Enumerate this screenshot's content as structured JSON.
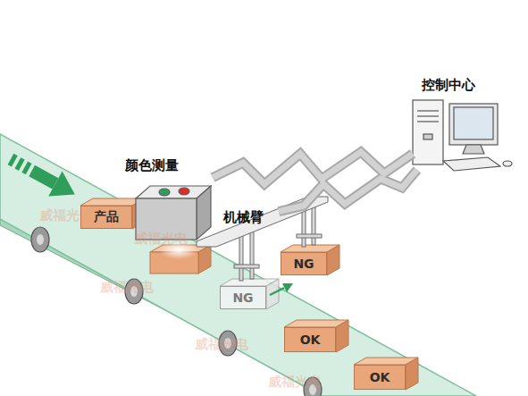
{
  "diagram": {
    "nodes": [
      {
        "text": [
          "控制中心"
        ]
      },
      {
        "text": [
          "颜色测量"
        ]
      },
      {
        "text": [
          "产品"
        ]
      },
      {
        "text": [
          "机械臂"
        ]
      },
      {
        "text": [
          "NG"
        ]
      },
      {
        "text": [
          "NG"
        ]
      },
      {
        "text": [
          "OK"
        ]
      },
      {
        "text": [
          "OK"
        ]
      }
    ],
    "edges": [
      {
        "from": 1,
        "to": 0,
        "arrow": "none"
      },
      {
        "from": 3,
        "to": 0,
        "arrow": "none"
      }
    ],
    "labels": [
      "威福光电",
      "威福光电",
      "威福光电",
      "威福光电",
      "威福光电"
    ]
  }
}
